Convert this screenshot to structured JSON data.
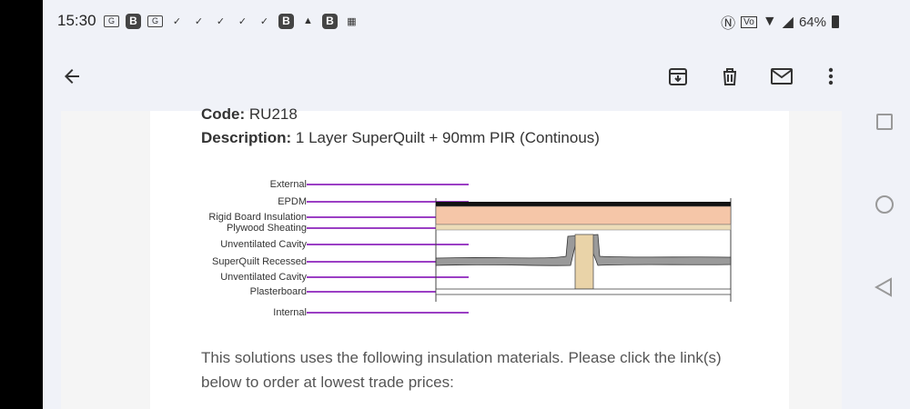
{
  "status": {
    "time": "15:30",
    "battery": "64%"
  },
  "toolbar": {
    "back": "back-arrow-icon",
    "archive": "archive-icon",
    "delete": "trash-icon",
    "mail": "mail-icon",
    "more": "more-vert-icon"
  },
  "doc": {
    "code_label": "Code:",
    "code_value": "RU218",
    "desc_label": "Description:",
    "desc_value": "1 Layer SuperQuilt + 90mm PIR (Continous)",
    "paragraph": "This solutions uses the following insulation materials. Please click the link(s) below to order at lowest trade prices:"
  },
  "diagram": {
    "labels": [
      "External",
      "EPDM",
      "Rigid Board Insulation",
      "Plywood Sheating",
      "Unventilated Cavity",
      "SuperQuilt Recessed",
      "Unventilated Cavity",
      "Plasterboard",
      "Internal"
    ]
  }
}
